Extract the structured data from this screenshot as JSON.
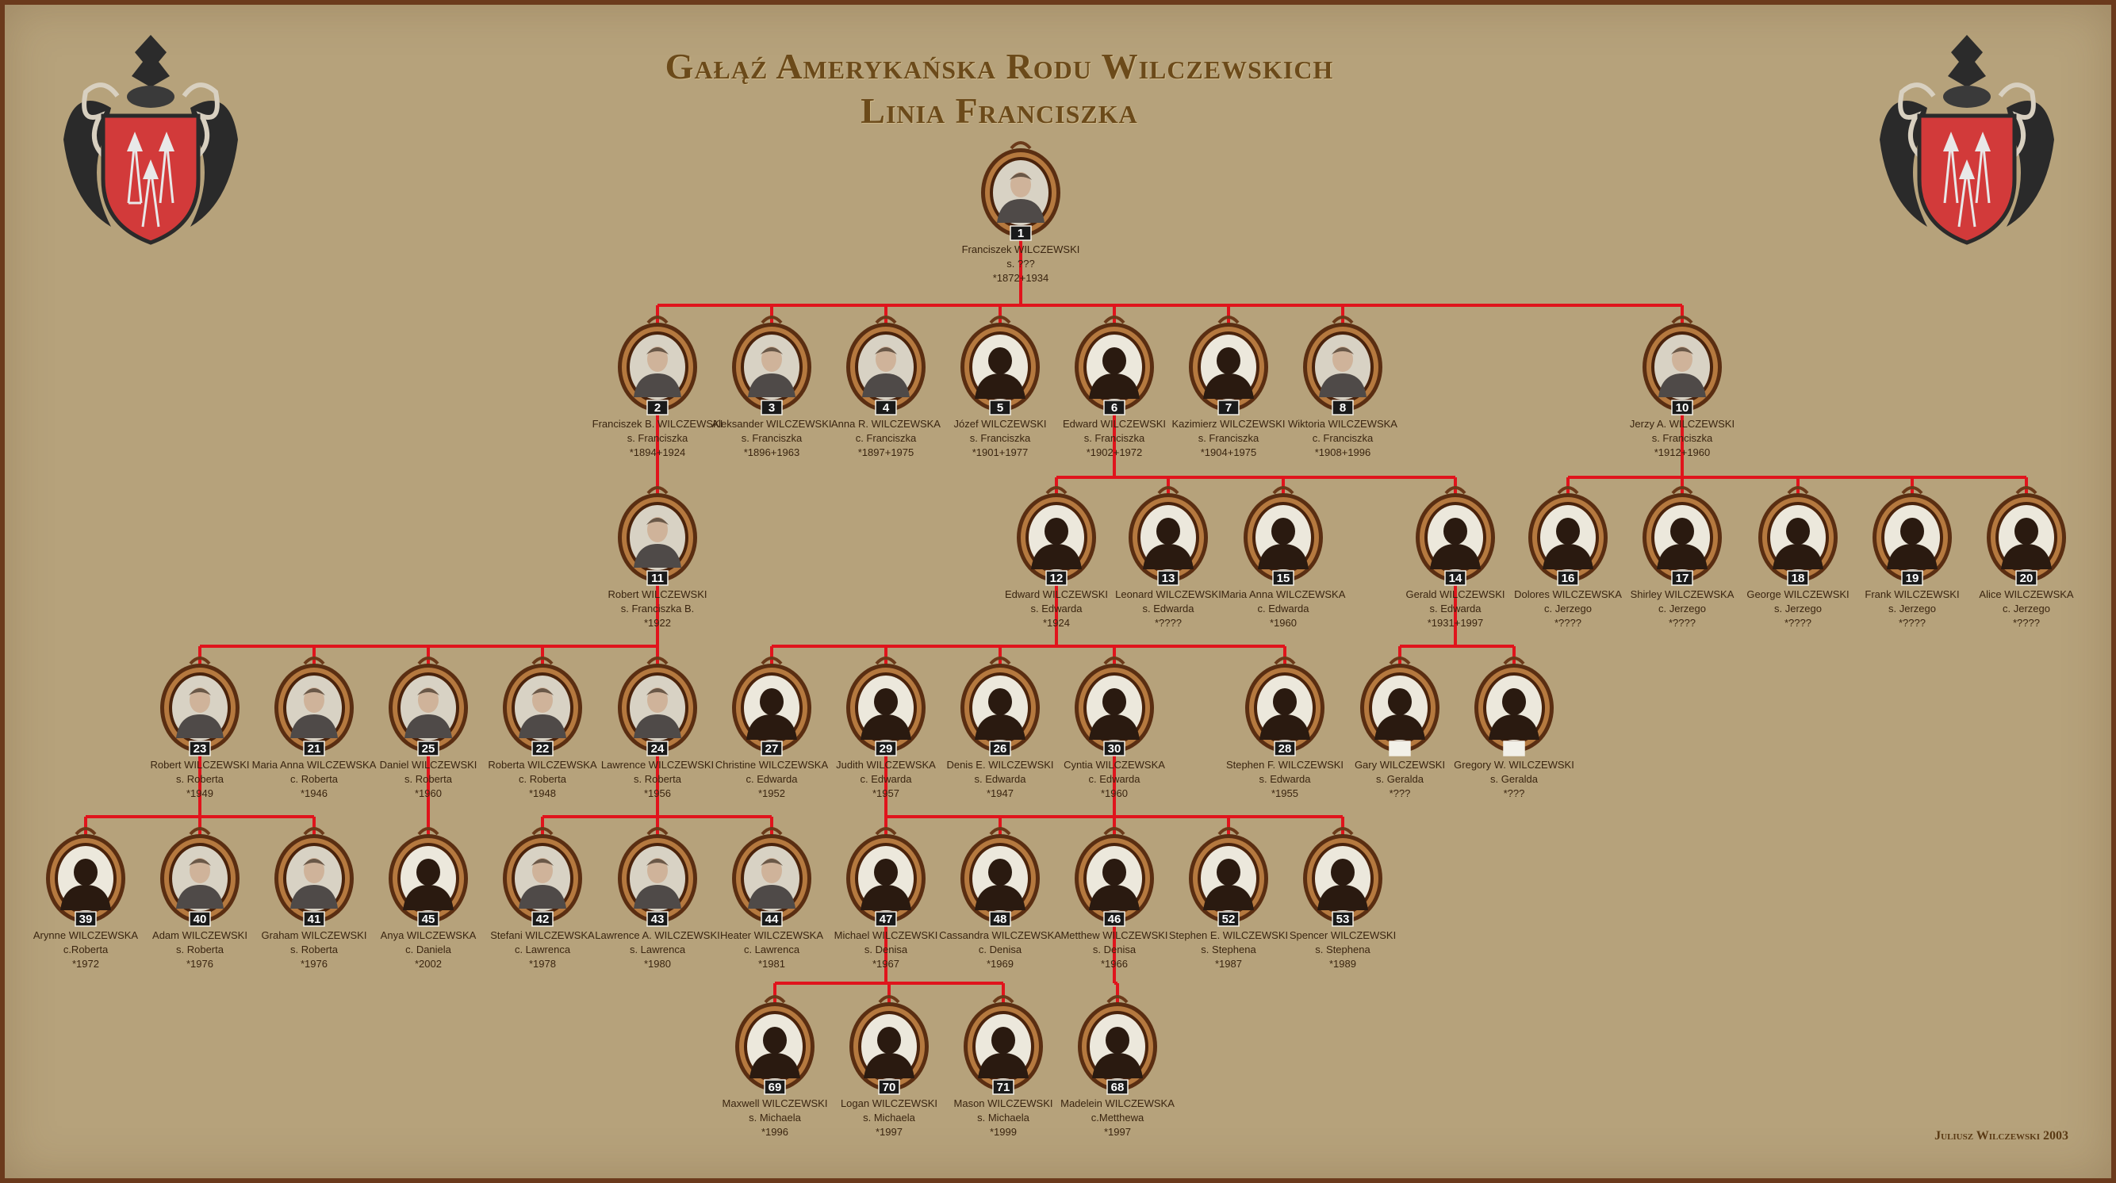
{
  "title": [
    "Gałąź Amerykańska Rodu Wilczewskich",
    "Linia Franciszka"
  ],
  "credit": "Juliusz Wilczewski 2003",
  "colors": {
    "line": "#e0141c",
    "background": "#b6a27b",
    "frame": "#8a4a22",
    "plate": "#1a1a1a"
  },
  "coat_of_arms_icon": "shield-with-arrows-icon",
  "people": [
    {
      "id": "1",
      "photo": true,
      "lines": [
        "Franciszek WILCZEWSKI",
        "s. ???",
        "*1872+1934"
      ]
    },
    {
      "id": "2",
      "photo": true,
      "lines": [
        "Franciszek B. WILCZEWSKI",
        "s. Franciszka",
        "*1894+1924"
      ]
    },
    {
      "id": "3",
      "photo": true,
      "lines": [
        "Aleksander WILCZEWSKI",
        "s. Franciszka",
        "*1896+1963"
      ]
    },
    {
      "id": "4",
      "photo": true,
      "lines": [
        "Anna R. WILCZEWSKA",
        "c. Franciszka",
        "*1897+1975"
      ]
    },
    {
      "id": "5",
      "photo": false,
      "lines": [
        "Józef WILCZEWSKI",
        "s. Franciszka",
        "*1901+1977"
      ]
    },
    {
      "id": "6",
      "photo": false,
      "lines": [
        "Edward WILCZEWSKI",
        "s. Franciszka",
        "*1902+1972"
      ]
    },
    {
      "id": "7",
      "photo": false,
      "lines": [
        "Kazimierz WILCZEWSKI",
        "s. Franciszka",
        "*1904+1975"
      ]
    },
    {
      "id": "8",
      "photo": true,
      "lines": [
        "Wiktoria WILCZEWSKA",
        "c. Franciszka",
        "*1908+1996"
      ]
    },
    {
      "id": "10",
      "photo": true,
      "lines": [
        "Jerzy A. WILCZEWSKI",
        "s. Franciszka",
        "*1912+1960"
      ]
    },
    {
      "id": "11",
      "photo": true,
      "lines": [
        "Robert WILCZEWSKI",
        "s. Franciszka B.",
        "*1922"
      ]
    },
    {
      "id": "12",
      "photo": false,
      "lines": [
        "Edward WILCZEWSKI",
        "s. Edwarda",
        "*1924"
      ]
    },
    {
      "id": "13",
      "photo": false,
      "lines": [
        "Leonard WILCZEWSKI",
        "s. Edwarda",
        "*????"
      ]
    },
    {
      "id": "15",
      "photo": false,
      "lines": [
        "Maria Anna WILCZEWSKA",
        "c. Edwarda",
        "*1960"
      ]
    },
    {
      "id": "14",
      "photo": false,
      "lines": [
        "Gerald WILCZEWSKI",
        "s. Edwarda",
        "*1931+1997"
      ]
    },
    {
      "id": "16",
      "photo": false,
      "lines": [
        "Dolores WILCZEWSKA",
        "c. Jerzego",
        "*????"
      ]
    },
    {
      "id": "17",
      "photo": false,
      "lines": [
        "Shirley WILCZEWSKA",
        "c. Jerzego",
        "*????"
      ]
    },
    {
      "id": "18",
      "photo": false,
      "lines": [
        "George WILCZEWSKI",
        "s. Jerzego",
        "*????"
      ]
    },
    {
      "id": "19",
      "photo": false,
      "lines": [
        "Frank WILCZEWSKI",
        "s. Jerzego",
        "*????"
      ]
    },
    {
      "id": "20",
      "photo": false,
      "lines": [
        "Alice WILCZEWSKA",
        "c. Jerzego",
        "*????"
      ]
    },
    {
      "id": "23",
      "photo": true,
      "lines": [
        "Robert WILCZEWSKI",
        "s. Roberta",
        "*1949"
      ]
    },
    {
      "id": "21",
      "photo": true,
      "lines": [
        "Maria Anna WILCZEWSKA",
        "c. Roberta",
        "*1946"
      ]
    },
    {
      "id": "25",
      "photo": true,
      "lines": [
        "Daniel WILCZEWSKI",
        "s. Roberta",
        "*1960"
      ]
    },
    {
      "id": "22",
      "photo": true,
      "lines": [
        "Roberta WILCZEWSKA",
        "c. Roberta",
        "*1948"
      ]
    },
    {
      "id": "24",
      "photo": true,
      "lines": [
        "Lawrence WILCZEWSKI",
        "s. Roberta",
        "*1956"
      ]
    },
    {
      "id": "27",
      "photo": false,
      "lines": [
        "Christine WILCZEWSKA",
        "c. Edwarda",
        "*1952"
      ]
    },
    {
      "id": "29",
      "photo": false,
      "lines": [
        "Judith WILCZEWSKA",
        "c. Edwarda",
        "*1957"
      ]
    },
    {
      "id": "26",
      "photo": false,
      "lines": [
        "Denis E. WILCZEWSKI",
        "s. Edwarda",
        "*1947"
      ]
    },
    {
      "id": "30",
      "photo": false,
      "lines": [
        "Cyntia WILCZEWSKA",
        "c. Edwarda",
        "*1960"
      ]
    },
    {
      "id": "28",
      "photo": false,
      "lines": [
        "Stephen F. WILCZEWSKI",
        "s. Edwarda",
        "*1955"
      ]
    },
    {
      "id": "",
      "photo": false,
      "lines": [
        "Gary WILCZEWSKI",
        "s. Geralda",
        "*???"
      ]
    },
    {
      "id": "",
      "photo": false,
      "lines": [
        "Gregory W. WILCZEWSKI",
        "s. Geralda",
        "*???"
      ]
    },
    {
      "id": "39",
      "photo": false,
      "lines": [
        "Arynne WILCZEWSKA",
        "c.Roberta",
        "*1972"
      ]
    },
    {
      "id": "40",
      "photo": true,
      "lines": [
        "Adam WILCZEWSKI",
        "s. Roberta",
        "*1976"
      ]
    },
    {
      "id": "41",
      "photo": true,
      "lines": [
        "Graham WILCZEWSKI",
        "s. Roberta",
        "*1976"
      ]
    },
    {
      "id": "45",
      "photo": false,
      "lines": [
        "Anya WILCZEWSKA",
        "c. Daniela",
        "*2002"
      ]
    },
    {
      "id": "42",
      "photo": true,
      "lines": [
        "Stefani WILCZEWSKA",
        "c. Lawrenca",
        "*1978"
      ]
    },
    {
      "id": "43",
      "photo": true,
      "lines": [
        "Lawrence A. WILCZEWSKI",
        "s. Lawrenca",
        "*1980"
      ]
    },
    {
      "id": "44",
      "photo": true,
      "lines": [
        "Heater WILCZEWSKA",
        "c. Lawrenca",
        "*1981"
      ]
    },
    {
      "id": "47",
      "photo": false,
      "lines": [
        "Michael WILCZEWSKI",
        "s. Denisa",
        "*1967"
      ]
    },
    {
      "id": "48",
      "photo": false,
      "lines": [
        "Cassandra WILCZEWSKA",
        "c. Denisa",
        "*1969"
      ]
    },
    {
      "id": "46",
      "photo": false,
      "lines": [
        "Metthew WILCZEWSKI",
        "s. Denisa",
        "*1966"
      ]
    },
    {
      "id": "52",
      "photo": false,
      "lines": [
        "Stephen E. WILCZEWSKI",
        "s. Stephena",
        "*1987"
      ]
    },
    {
      "id": "53",
      "photo": false,
      "lines": [
        "Spencer WILCZEWSKI",
        "s. Stephena",
        "*1989"
      ]
    },
    {
      "id": "69",
      "photo": false,
      "lines": [
        "Maxwell WILCZEWSKI",
        "s. Michaela",
        "*1996"
      ]
    },
    {
      "id": "70",
      "photo": false,
      "lines": [
        "Logan WILCZEWSKI",
        "s. Michaela",
        "*1997"
      ]
    },
    {
      "id": "71",
      "photo": false,
      "lines": [
        "Mason WILCZEWSKI",
        "s. Michaela",
        "*1999"
      ]
    },
    {
      "id": "68",
      "photo": false,
      "lines": [
        "Madelein WILCZEWSKA",
        "c.Metthewa",
        "*1997"
      ]
    }
  ]
}
